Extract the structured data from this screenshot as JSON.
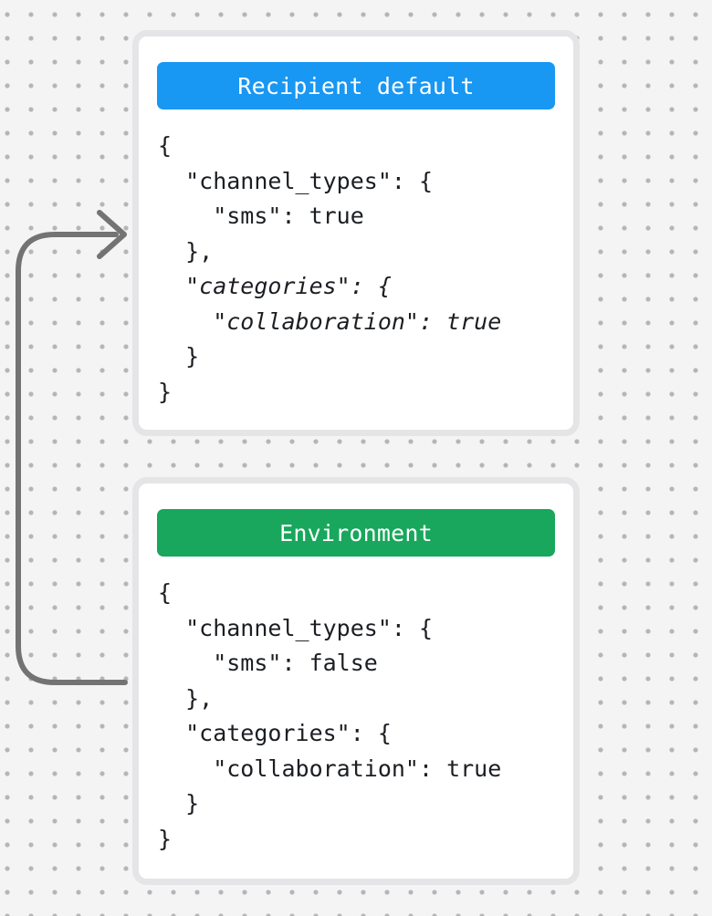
{
  "canvas": {
    "background_color": "#f4f4f5",
    "dot_color": "#b5b5b8"
  },
  "arrow": {
    "name": "curved-arrow-connector",
    "color": "#737373",
    "direction": "from-environment-card-up-to-recipient-default-card"
  },
  "cards": [
    {
      "id": "recipient-default",
      "header": {
        "label": "Recipient default",
        "color": "#1897f3",
        "text_color": "#ffffff"
      },
      "code_lines": [
        {
          "text": "{",
          "italic": false
        },
        {
          "text": "  \"channel_types\": {",
          "italic": false
        },
        {
          "text": "    \"sms\": true",
          "italic": false
        },
        {
          "text": "  },",
          "italic": false
        },
        {
          "text": "  \"categories\": {",
          "italic": true
        },
        {
          "text": "    \"collaboration\": true",
          "italic": true
        },
        {
          "text": "  }",
          "italic": false
        },
        {
          "text": "}",
          "italic": false
        }
      ]
    },
    {
      "id": "environment",
      "header": {
        "label": "Environment",
        "color": "#18a75c",
        "text_color": "#ffffff"
      },
      "code_lines": [
        {
          "text": "{",
          "italic": false
        },
        {
          "text": "  \"channel_types\": {",
          "italic": false
        },
        {
          "text": "    \"sms\": false",
          "italic": false
        },
        {
          "text": "  },",
          "italic": false
        },
        {
          "text": "  \"categories\": {",
          "italic": false
        },
        {
          "text": "    \"collaboration\": true",
          "italic": false
        },
        {
          "text": "  }",
          "italic": false
        },
        {
          "text": "}",
          "italic": false
        }
      ]
    }
  ]
}
